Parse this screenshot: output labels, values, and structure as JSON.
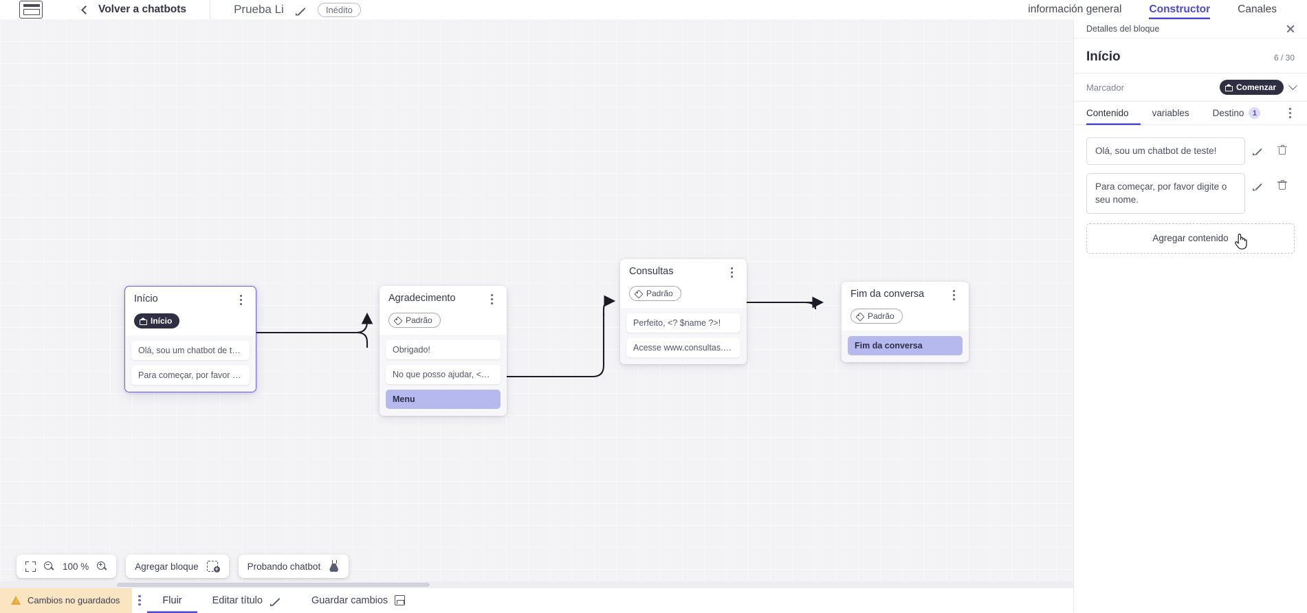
{
  "topbar": {
    "logo_icon": "app-logo-icon",
    "back_label": "Volver a chatbots",
    "back_icon": "chevron-left-icon",
    "bot_title": "Prueba Li",
    "edit_title_icon": "pencil-icon",
    "status_badge": "Inédito"
  },
  "right_tabs": [
    {
      "label": "información general",
      "active": false
    },
    {
      "label": "Constructor",
      "active": true
    },
    {
      "label": "Canales",
      "active": false
    }
  ],
  "panel": {
    "header_label": "Detalles del bloque",
    "close_icon": "close-icon",
    "title": "Início",
    "count": "6 / 30",
    "marker_label": "Marcador",
    "marker_value": "Comenzar",
    "marker_icon": "home-icon",
    "marker_chevron_icon": "chevron-down-icon",
    "tabs": [
      {
        "label": "Contenido",
        "badge": "",
        "active": true
      },
      {
        "label": "variables",
        "badge": "",
        "active": false
      },
      {
        "label": "Destino",
        "badge": "1",
        "active": false
      }
    ],
    "more_icon": "kebab-menu-icon",
    "contents": [
      {
        "text": "Olá, sou um chatbot de teste!",
        "edit_icon": "pencil-icon",
        "delete_icon": "trash-icon"
      },
      {
        "text": "Para começar, por favor digite o seu nome.",
        "edit_icon": "pencil-icon",
        "delete_icon": "trash-icon"
      }
    ],
    "add_content_label": "Agregar contenido"
  },
  "canvas": {
    "zoom_level": "100 %",
    "fit_icon": "fit-to-screen-icon",
    "zoom_out_icon": "zoom-out-icon",
    "zoom_in_icon": "zoom-in-icon",
    "add_block_label": "Agregar bloque",
    "add_block_icon": "add-block-icon",
    "test_chatbot_label": "Probando chatbot",
    "test_chatbot_icon": "flask-icon",
    "nodes": [
      {
        "id": "inicio",
        "title": "Início",
        "tag": "Início",
        "tag_type": "start",
        "tag_icon": "home-icon",
        "selected": true,
        "messages": [
          {
            "text": "Olá, sou um chatbot de teste!",
            "accent": false
          },
          {
            "text": "Para começar, por favor digite o ...",
            "accent": false
          }
        ]
      },
      {
        "id": "agradecimento",
        "title": "Agradecimento",
        "tag": "Padrão",
        "tag_type": "default",
        "tag_icon": "tag-icon",
        "selected": false,
        "messages": [
          {
            "text": "Obrigado!",
            "accent": false
          },
          {
            "text": "No que posso ajudar, <? $name ...",
            "accent": false
          },
          {
            "text": "Menu",
            "accent": true
          }
        ]
      },
      {
        "id": "consultas",
        "title": "Consultas",
        "tag": "Padrão",
        "tag_type": "default",
        "tag_icon": "tag-icon",
        "selected": false,
        "messages": [
          {
            "text": "Perfeito, <? $name ?>!",
            "accent": false
          },
          {
            "text": "Acesse www.consultas.com par...",
            "accent": false
          }
        ]
      },
      {
        "id": "fim",
        "title": "Fim da conversa",
        "tag": "Padrão",
        "tag_type": "default",
        "tag_icon": "tag-icon",
        "selected": false,
        "messages": [
          {
            "text": "Fim da conversa",
            "accent": true
          }
        ]
      }
    ]
  },
  "statusbar": {
    "unsaved_label": "Cambios no guardados",
    "warning_icon": "warning-triangle-icon",
    "kebab_icon": "kebab-menu-icon",
    "flow_tab": "Fluir",
    "edit_title_label": "Editar título",
    "edit_title_icon": "pencil-icon",
    "save_label": "Guardar cambios",
    "save_icon": "save-icon"
  },
  "colors": {
    "accent": "#4a4ad1",
    "node_selected_border": "#6a5de0",
    "accent_message": "#b6b9ee",
    "warning_bg": "#fae5c3",
    "dark_pill": "#2e2f42"
  }
}
